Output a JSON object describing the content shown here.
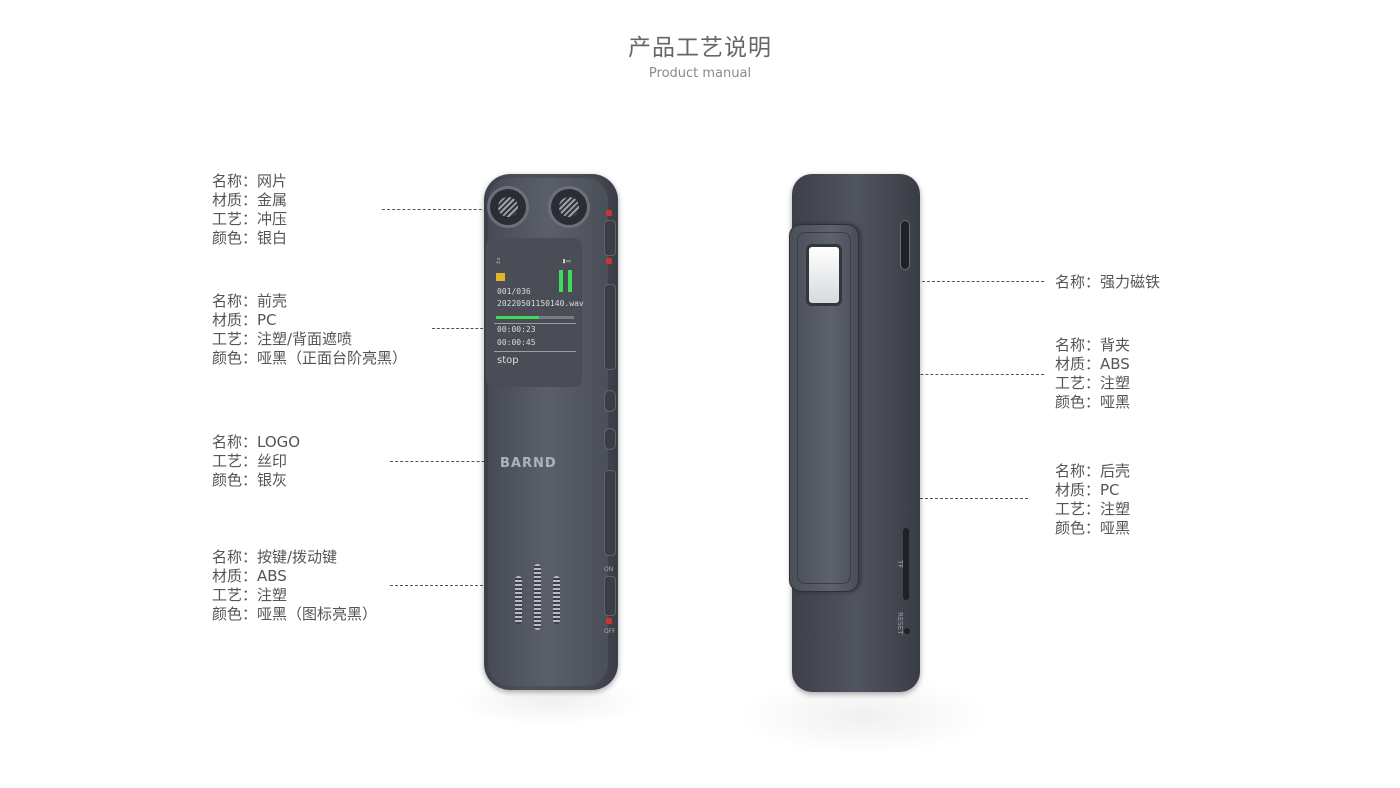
{
  "header": {
    "title": "产品工艺说明",
    "subtitle": "Product manual"
  },
  "left_specs": [
    {
      "lines": [
        "名称：网片",
        "材质：金属",
        "工艺：冲压",
        "颜色：银白"
      ]
    },
    {
      "lines": [
        "名称：前壳",
        "材质：PC",
        "工艺：注塑/背面遮喷",
        "颜色：哑黑（正面台阶亮黑）"
      ]
    },
    {
      "lines": [
        "名称：LOGO",
        "工艺：丝印",
        "颜色：银灰"
      ]
    },
    {
      "lines": [
        "名称：按键/拨动键",
        "材质：ABS",
        "工艺：注塑",
        "颜色：哑黑（图标亮黑）"
      ]
    }
  ],
  "right_specs": [
    {
      "lines": [
        "名称：强力磁铁"
      ]
    },
    {
      "lines": [
        "名称：背夹",
        "材质：ABS",
        "工艺：注塑",
        "颜色：哑黑"
      ]
    },
    {
      "lines": [
        "名称：后壳",
        "材质：PC",
        "工艺：注塑",
        "颜色：哑黑"
      ]
    }
  ],
  "device_front": {
    "screen": {
      "counter": "001/036",
      "filename": "20220501150140.wav",
      "elapsed": "00:00:23",
      "total": "00:00:45",
      "status": "stop",
      "progress_fraction": 0.55
    },
    "logo": "BARND",
    "side_labels": {
      "on": "ON",
      "off": "OFF"
    }
  },
  "device_back": {
    "labels": {
      "tf": "TF",
      "reset": "RESET"
    }
  },
  "colors": {
    "device_body": "#4a4e57",
    "screen_accent": "#3ddc5a",
    "text": "#555555"
  }
}
